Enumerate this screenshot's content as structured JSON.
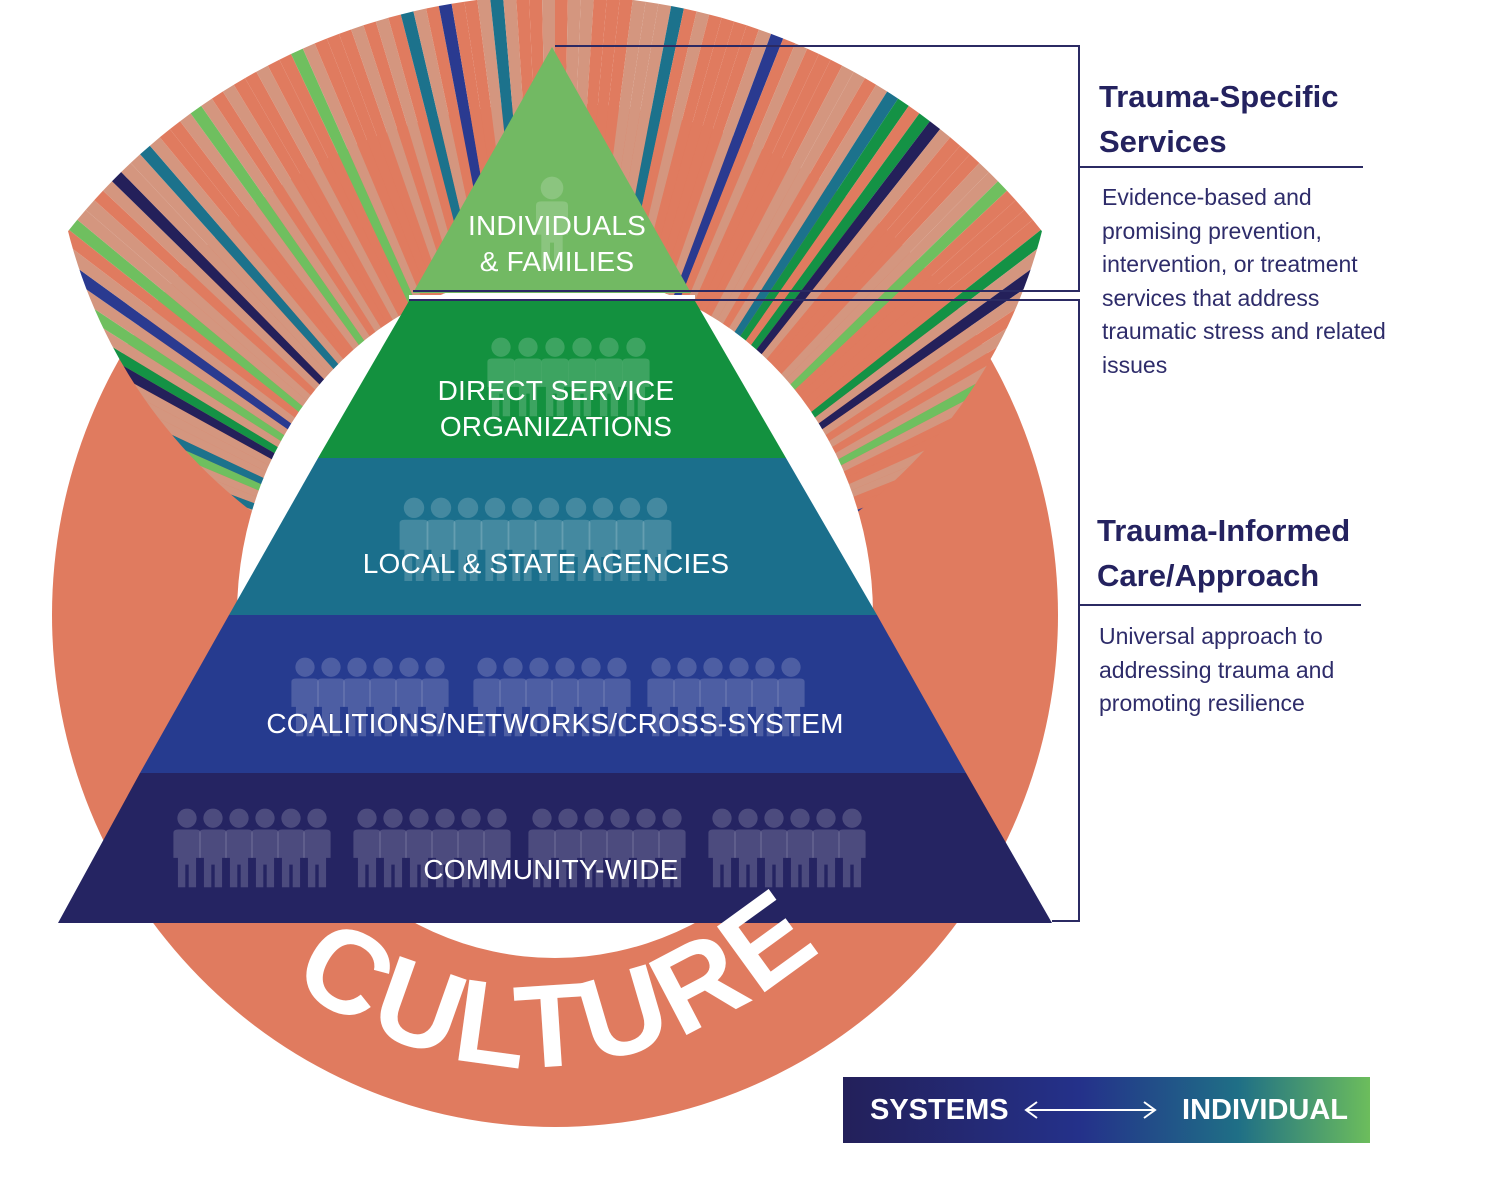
{
  "pyramid": {
    "tiers": [
      {
        "label": "INDIVIDUALS\n& FAMILIES",
        "color": "#72b963"
      },
      {
        "label": "DIRECT SERVICE\nORGANIZATIONS",
        "color": "#13913f"
      },
      {
        "label": "LOCAL & STATE AGENCIES",
        "color": "#1b6f8c"
      },
      {
        "label": "COALITIONS/NETWORKS/CROSS-SYSTEM",
        "color": "#263b8f"
      },
      {
        "label": "COMMUNITY-WIDE",
        "color": "#252462"
      }
    ]
  },
  "ring": {
    "label": "CULTURE",
    "stripe_colors": [
      "#e07b5f",
      "#d4967f",
      "#24205a",
      "#2a3a90",
      "#1c728c",
      "#149245",
      "#6fbf5f"
    ]
  },
  "side": {
    "specific": {
      "heading": "Trauma-Specific\nServices",
      "description": "Evidence-based and promising prevention, intervention, or treatment services that address traumatic stress and related issues"
    },
    "informed": {
      "heading": "Trauma-Informed\nCare/Approach",
      "description": "Universal approach to addressing trauma and promoting resilience"
    }
  },
  "legend": {
    "left": "SYSTEMS",
    "right": "INDIVIDUAL",
    "arrow": "double-arrow-icon"
  }
}
